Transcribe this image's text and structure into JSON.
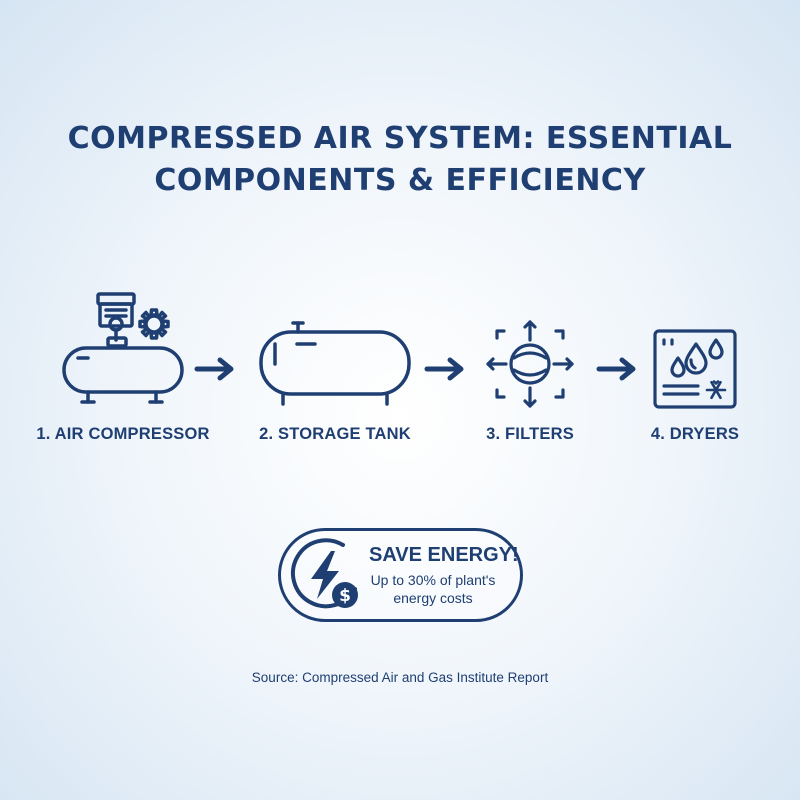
{
  "title": {
    "line1": "COMPRESSED AIR SYSTEM: ESSENTIAL",
    "line2": "COMPONENTS & EFFICIENCY"
  },
  "steps": [
    {
      "label": "1. AIR COMPRESSOR",
      "icon": "air-compressor-icon"
    },
    {
      "label": "2. STORAGE TANK",
      "icon": "storage-tank-icon"
    },
    {
      "label": "3. FILTERS",
      "icon": "filter-icon"
    },
    {
      "label": "4. DRYERS",
      "icon": "dryer-icon"
    }
  ],
  "badge": {
    "heading": "SAVE ENERGY!",
    "line1": "Up to 30% of plant's",
    "line2": "energy costs",
    "icon": "energy-savings-icon"
  },
  "source": "Source: Compressed Air and Gas Institute Report",
  "colors": {
    "primary": "#1f3f72",
    "background": "#e8f0f8"
  }
}
